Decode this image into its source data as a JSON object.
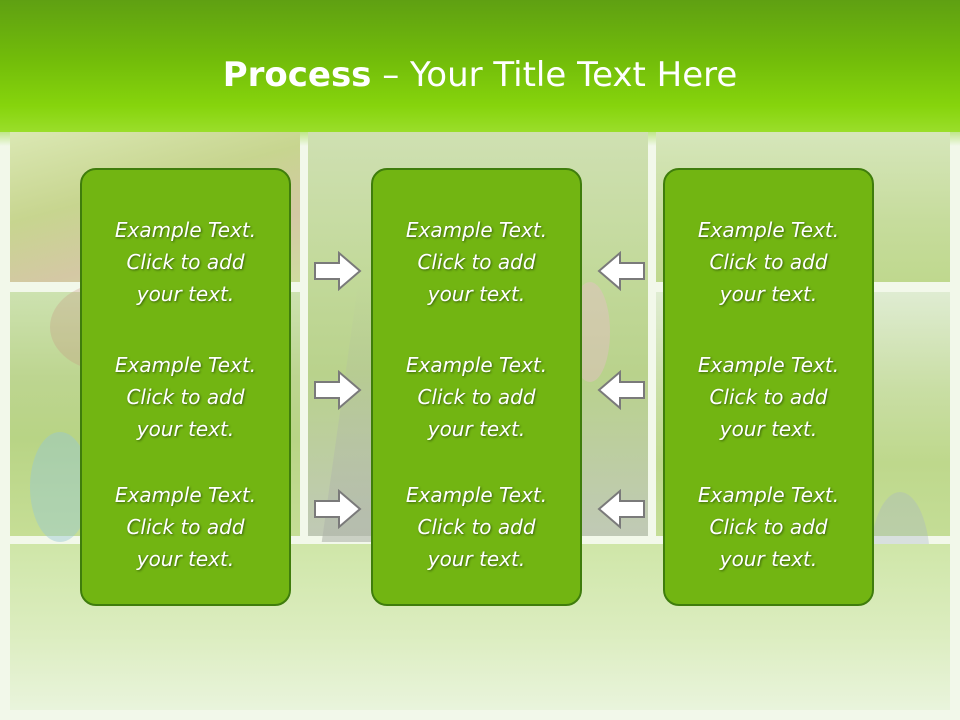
{
  "title": {
    "strong": "Process",
    "rest": " – Your Title Text Here"
  },
  "columns": {
    "left": [
      "Example Text.\nClick  to add\nyour text.",
      "Example Text.\nClick  to add\nyour text.",
      "Example Text.\nClick  to add\nyour text."
    ],
    "middle": [
      "Example Text.\nClick  to add\nyour text.",
      "Example Text.\nClick  to add\nyour text.",
      "Example Text.\nClick  to add\nyour text."
    ],
    "right": [
      "Example Text.\nClick  to add\nyour text.",
      "Example Text.\nClick  to add\nyour text.",
      "Example Text.\nClick  to add\nyour text."
    ]
  },
  "arrows": {
    "left_group": "arrow-right-icon",
    "right_group": "arrow-left-icon"
  },
  "colors": {
    "title_bar": "#72bc0a",
    "box_fill": "#72b512",
    "box_border": "#3f7d0c",
    "arrow_fill": "#ffffff",
    "arrow_stroke": "#7a7a7a"
  }
}
